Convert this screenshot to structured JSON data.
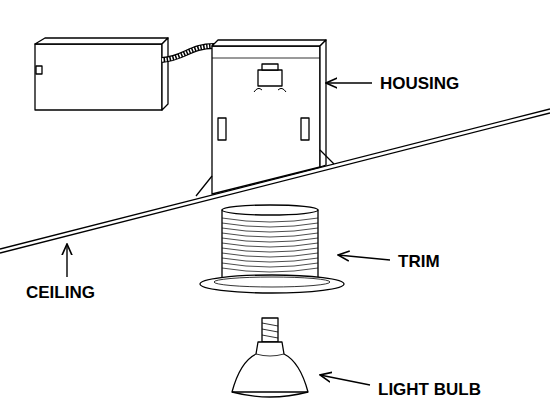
{
  "diagram": {
    "labels": [
      "HOUSING",
      "TRIM",
      "CEILING",
      "LIGHT BULB"
    ]
  }
}
